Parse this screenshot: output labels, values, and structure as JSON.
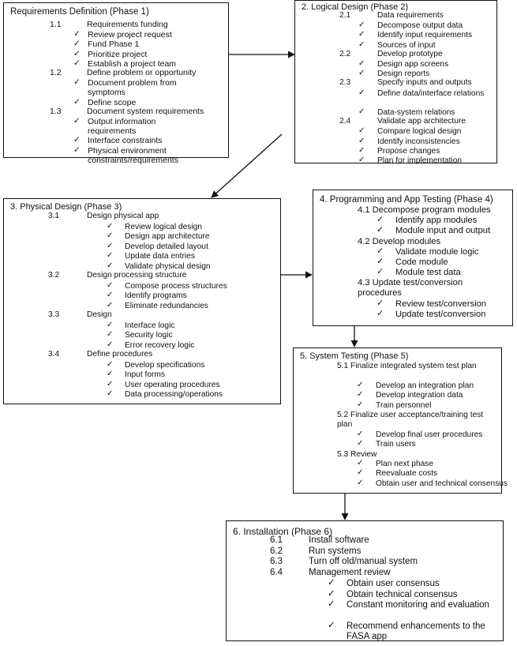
{
  "phase1": {
    "title": "Requirements Definition (Phase 1)",
    "items": [
      {
        "num": "1.1",
        "label": "Requirements funding",
        "subs": [
          "Review project request",
          "Fund Phase 1",
          "Prioritize project",
          "Establish a project team"
        ]
      },
      {
        "num": "1.2",
        "label": "Define problem or opportunity",
        "subs": [
          "Document problem from symptoms",
          "Define scope"
        ]
      },
      {
        "num": "1.3",
        "label": "Document system requirements",
        "subs": [
          "Output information requirements",
          "Interface constraints",
          "Physical environment constraints/requirements"
        ]
      }
    ]
  },
  "phase2": {
    "title": "2. Logical Design (Phase 2)",
    "items": [
      {
        "num": "2.1",
        "label": "Data requirements",
        "subs": [
          "Decompose output data",
          "Identify input requirements",
          "Sources of input"
        ]
      },
      {
        "num": "2.2",
        "label": "Develop prototype",
        "subs": [
          "Design app screens",
          "Design reports"
        ]
      },
      {
        "num": "2.3",
        "label": "Specify inputs and outputs",
        "subs": [
          "Define data/interface relations",
          "Data-system relations"
        ]
      },
      {
        "num": "2.4",
        "label": "Validate app architecture",
        "subs": [
          "Compare logical design",
          "Identify inconsistencies",
          "Propose changes",
          "Plan for implementation"
        ]
      }
    ]
  },
  "phase3": {
    "title": "3. Physical Design (Phase 3)",
    "items": [
      {
        "num": "3.1",
        "label": "Design physical app",
        "subs": [
          "Review logical design",
          "Design app architecture",
          "Develop detailed layout",
          "Update data entries",
          "Validate physical design"
        ]
      },
      {
        "num": "3.2",
        "label": "Design processing structure",
        "subs": [
          "Compose process structures",
          "Identify programs",
          "Eliminate redundancies"
        ]
      },
      {
        "num": "3.3",
        "label": "Design",
        "subs": [
          "Interface logic",
          "Security logic",
          "Error recovery logic"
        ]
      },
      {
        "num": "3.4",
        "label": "Define procedures",
        "subs": [
          "Develop specifications",
          "Input forms",
          "User operating procedures",
          "Data processing/operations"
        ]
      }
    ]
  },
  "phase4": {
    "title": "4. Programming and App Testing (Phase 4)",
    "items": [
      {
        "label": "4.1 Decompose program modules",
        "subs": [
          "Identify app modules",
          "Module input and output"
        ]
      },
      {
        "label": "4.2 Develop modules",
        "subs": [
          "Validate module logic",
          "Code module",
          "Module test data"
        ]
      },
      {
        "label": "4.3 Update test/conversion procedures",
        "subs": [
          "Review test/conversion",
          "Update test/conversion"
        ]
      }
    ]
  },
  "phase5": {
    "title": "5. System Testing (Phase 5)",
    "items": [
      {
        "label": "5.1 Finalize integrated system test plan",
        "subs": [
          "Develop an integration plan",
          "Develop integration data",
          "Train personnel"
        ]
      },
      {
        "label": "5.2 Finalize user acceptance/training test plan",
        "subs": [
          "Develop final user procedures",
          "Train users"
        ]
      },
      {
        "label": "5.3 Review",
        "subs": [
          "Plan next phase",
          "Reevaluate costs",
          "Obtain user and technical consensus"
        ]
      }
    ]
  },
  "phase6": {
    "title": "6. Installation (Phase 6)",
    "items": [
      {
        "num": "6.1",
        "label": "Install software",
        "subs": []
      },
      {
        "num": "6.2",
        "label": "Run systems",
        "subs": []
      },
      {
        "num": "6.3",
        "label": "Turn off old/manual system",
        "subs": []
      },
      {
        "num": "6.4",
        "label": "Management review",
        "subs": [
          "Obtain user consensus",
          "Obtain technical consensus",
          "Constant monitoring and evaluation",
          "Recommend enhancements to the FASA app"
        ]
      }
    ]
  },
  "check_mark": "✓",
  "colors": {
    "line": "#111111",
    "text": "#111111",
    "background": "#ffffff"
  }
}
